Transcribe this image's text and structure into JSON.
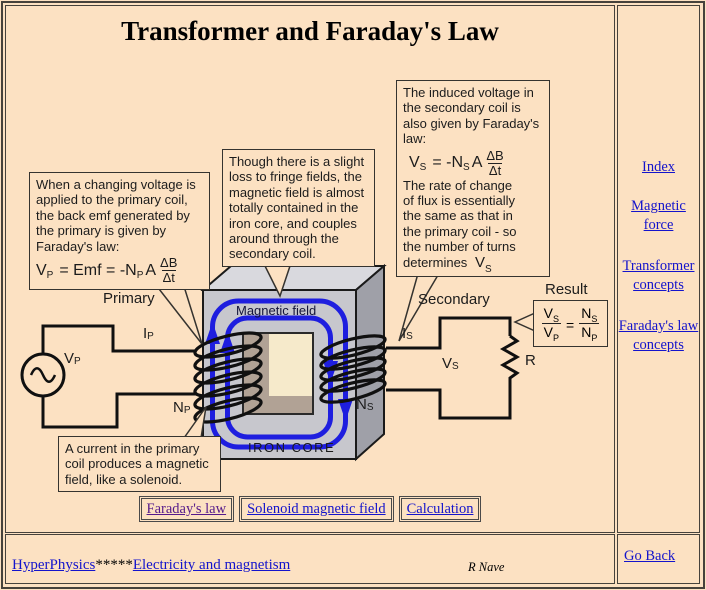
{
  "page": {
    "title": "Transformer and Faraday's Law"
  },
  "callouts": {
    "primary_emf": {
      "lines": [
        "When a changing voltage is",
        "applied to the primary coil,",
        "the back emf generated by",
        "the primary is given by",
        "Faraday's law:"
      ],
      "formula": {
        "t1": "V",
        "s1": "P",
        "t2": "= Emf = -N",
        "s2": "P",
        "t3": "A",
        "num": "ΔB",
        "den": "Δt"
      }
    },
    "fringe": {
      "lines": [
        "Though there is a slight",
        "loss to fringe fields, the",
        "magnetic field is almost",
        "totally contained in the",
        "iron core, and couples",
        "around through the",
        "secondary coil."
      ]
    },
    "secondary_emf": {
      "lines_top": [
        "The induced voltage in",
        "the secondary coil is",
        "also given by Faraday's",
        "law:"
      ],
      "formula": {
        "t1": "V",
        "s1": "S",
        "t2": "= -N",
        "s2": "S",
        "t3": "A",
        "num": "ΔB",
        "den": "Δt"
      },
      "lines_bottom": [
        "The rate of change",
        "of flux is essentially",
        "the same as that in",
        "the primary coil - so",
        "the number of turns"
      ],
      "last_line": {
        "word": "determines",
        "sym": "V",
        "sub": "S"
      }
    },
    "solenoid": {
      "lines": [
        "A current in the primary",
        "coil produces a magnetic",
        "field, like a solenoid."
      ]
    }
  },
  "diagram": {
    "labels": {
      "primary": "Primary",
      "secondary": "Secondary",
      "magnetic_field": "Magnetic field",
      "iron_core": "IRON CORE",
      "result": "Result"
    },
    "symbols": {
      "vp": {
        "t": "V",
        "s": "P"
      },
      "ip": {
        "t": "I",
        "s": "P"
      },
      "np": {
        "t": "N",
        "s": "P"
      },
      "vs": {
        "t": "V",
        "s": "S"
      },
      "is": {
        "t": "I",
        "s": "S"
      },
      "ns": {
        "t": "N",
        "s": "S"
      },
      "r": {
        "t": "R"
      }
    },
    "result_formula": {
      "num1": "V",
      "num1_sub": "S",
      "den1": "V",
      "den1_sub": "P",
      "equals": "=",
      "num2": "N",
      "num2_sub": "S",
      "den2": "N",
      "den2_sub": "P"
    }
  },
  "nav_buttons": [
    {
      "label": "Faraday's law",
      "visited": true
    },
    {
      "label": "Solenoid magnetic field",
      "visited": false
    },
    {
      "label": "Calculation",
      "visited": false
    }
  ],
  "sidebar": {
    "links": [
      {
        "label": "Index"
      },
      {
        "label": "Magnetic force"
      },
      {
        "label": "Transformer concepts"
      },
      {
        "label": "Faraday's law concepts"
      }
    ]
  },
  "footer": {
    "site": "HyperPhysics",
    "stars": "*****",
    "section": "Electricity and magnetism",
    "author": "R Nave",
    "go_back": "Go Back"
  },
  "colors": {
    "background": "#FCE1C2",
    "field_line": "#1E1EDF",
    "core_front": "#C7C7CD",
    "core_top": "#D9D9DE",
    "core_side": "#9FA0A8",
    "window_fill": "#F6EACB",
    "window_shade": "#B1A295",
    "link": "#1414CC",
    "visited_link": "#551A8B",
    "border": "#46423c"
  }
}
